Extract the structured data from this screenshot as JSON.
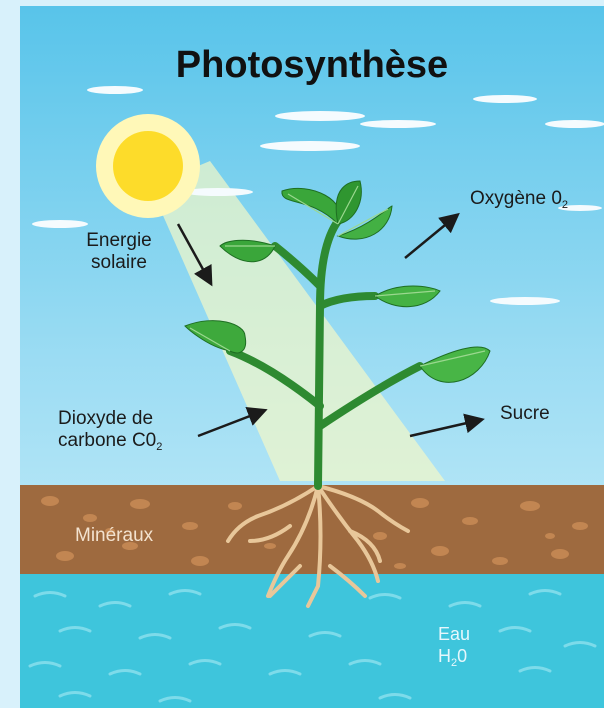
{
  "title": "Photosynthèse",
  "labels": {
    "energy_line1": "Energie",
    "energy_line2": "solaire",
    "oxygen": "Oxygène 0",
    "oxygen_sub": "2",
    "co2_line1": "Dioxyde de",
    "co2_line2": "carbone C0",
    "co2_sub": "2",
    "sugar": "Sucre",
    "minerals": "Minéraux",
    "water_line1": "Eau",
    "water_h": "H",
    "water_sub": "2",
    "water_o": "0"
  },
  "colors": {
    "sky_top": "#58c4ea",
    "soil": "#9e6a3f",
    "water": "#3ec5dc",
    "leaf": "#3aa63a",
    "sun": "#fddc2a",
    "root": "#e8c79a"
  }
}
